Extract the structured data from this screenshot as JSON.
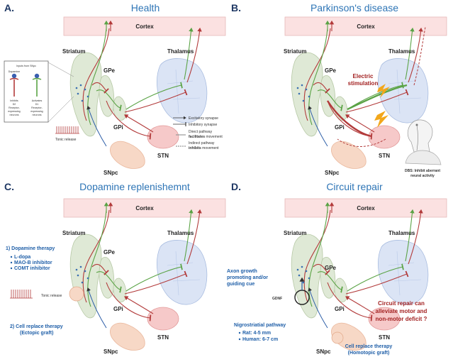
{
  "panels": [
    {
      "id": "A",
      "letter": "A.",
      "title": "Health",
      "labels": {
        "cortex": "Cortex",
        "striatum": "Striatum",
        "thalamus": "Thalamus",
        "gpe": "GPe",
        "gpi": "GPi",
        "stn": "STN",
        "snpc": "SNpc"
      },
      "inset": {
        "title": "Inputs from SNpc",
        "dopamine": "Dopamine",
        "left_lines": [
          "Inhibits",
          "D2",
          "Receptor-",
          "expressing",
          "neurons"
        ],
        "right_lines": [
          "Activates",
          "D1",
          "Receptor-",
          "expressing",
          "neurons"
        ]
      },
      "tonic": "Tonic release",
      "legend": {
        "excitatory": "Excitatory synapse",
        "inhibitory": "Inhibitory synapse",
        "direct_line1": "Direct pathway",
        "direct_line2_bold": "facilitates",
        "direct_line2_rest": " movement",
        "indirect_line1": "Indirect pathway",
        "indirect_line2_bold": "inhibits",
        "indirect_line2_rest": " movement"
      }
    },
    {
      "id": "B",
      "letter": "B.",
      "title": "Parkinson's disease",
      "labels": {
        "cortex": "Cortex",
        "striatum": "Striatum",
        "thalamus": "Thalamus",
        "gpe": "GPe",
        "gpi": "GPi",
        "stn": "STN",
        "snpc": "SNpc"
      },
      "electric_line1": "Electric",
      "electric_line2": "stimulation",
      "dbs_line1": "DBS: Inhibit aberrant",
      "dbs_line2": "neural activity"
    },
    {
      "id": "C",
      "letter": "C.",
      "title": "Dopamine replenishemnt",
      "labels": {
        "cortex": "Cortex",
        "striatum": "Striatum",
        "thalamus": "Thalamus",
        "gpe": "GPe",
        "gpi": "GPi",
        "stn": "STN",
        "snpc": "SNpc"
      },
      "therapy_title": "1) Dopamine  therapy",
      "therapy_items": [
        "L-dopa",
        "MAO-B inhibitor",
        "COMT inhibitor"
      ],
      "tonic": "Tonic release",
      "cell_line1": "2) Cell replace therapy",
      "cell_line2": "(Ectopic graft)"
    },
    {
      "id": "D",
      "letter": "D.",
      "title": "Circuit repair",
      "labels": {
        "cortex": "Cortex",
        "striatum": "Striatum",
        "thalamus": "Thalamus",
        "gpe": "GPe",
        "gpi": "GPi",
        "stn": "STN",
        "snpc": "SNpc"
      },
      "axon_lines": [
        "Axon growth",
        "promoting and/or",
        "guiding cue"
      ],
      "gdnf": "GDNF",
      "nigro_title": "Nigrostriatial pathway",
      "nigro_items": [
        "Rat: 4-5 mm",
        "Human: 6-7 cm"
      ],
      "circuit_lines": [
        "Circuit repair can",
        "alleviate motor and",
        "non-motor deficit ?"
      ],
      "cell_line1": "Cell replace therapy",
      "cell_line2": "(Homotopic graft)"
    }
  ],
  "colors": {
    "title_blue": "#2e75b6",
    "letter_navy": "#1f3864",
    "cortex_fill": "#fbe1e1",
    "striatum_fill": "#dfe9d6",
    "thalamus_fill": "#dbe4f5",
    "stn_fill": "#f6c9c9",
    "snpc_fill": "#f7d8c6",
    "excitatory_green": "#5aa345",
    "inhibitory_red": "#b23a3a"
  },
  "icons": [
    "lightning-bolt-icon",
    "patient-head-icon",
    "neuron-icon",
    "synapse-arrow-icon"
  ]
}
